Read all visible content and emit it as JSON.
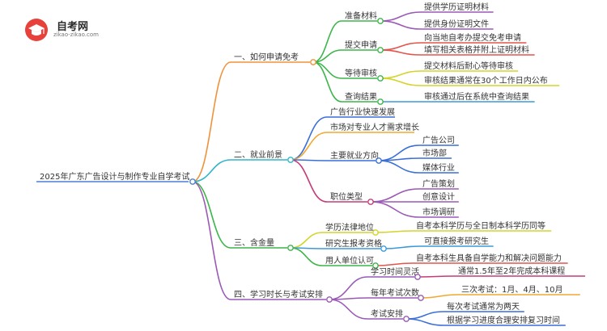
{
  "logo": {
    "title": "自考网",
    "subtitle": "zikao-zikao.com"
  },
  "root": {
    "label": "2025年广东广告设计与制作专业自学考试"
  },
  "branches": [
    {
      "label": "一、如何申请免考",
      "color": "#f0923a",
      "children": [
        {
          "label": "准备材料",
          "color": "#3cb54a",
          "children": [
            {
              "label": "提供学历证明材料",
              "color": "#9b59b6"
            },
            {
              "label": "提供身份证明文件",
              "color": "#9b59b6"
            }
          ]
        },
        {
          "label": "提交申请",
          "color": "#3cb54a",
          "children": [
            {
              "label": "向当地自考办提交免考申请",
              "color": "#e4544c"
            },
            {
              "label": "填写相关表格并附上证明材料",
              "color": "#e4544c"
            }
          ]
        },
        {
          "label": "等待审核",
          "color": "#3cb54a",
          "children": [
            {
              "label": "提交材料后耐心等待审核",
              "color": "#d4d42a"
            },
            {
              "label": "审核结果通常在30个工作日内公布",
              "color": "#d4d42a"
            }
          ]
        },
        {
          "label": "查询结果",
          "color": "#3cb54a",
          "children": [
            {
              "label": "审核通过后在系统中查询结果",
              "color": "#3a9ad9"
            }
          ]
        }
      ]
    },
    {
      "label": "二、就业前景",
      "color": "#2fb5c8",
      "children": [
        {
          "label": "广告行业快速发展",
          "color": "#3a6fd8",
          "children": []
        },
        {
          "label": "市场对专业人才需求增长",
          "color": "#f0a830",
          "children": []
        },
        {
          "label": "主要就业方向",
          "color": "#3a6fd8",
          "children": [
            {
              "label": "广告公司",
              "color": "#3a6fd8"
            },
            {
              "label": "市场部",
              "color": "#3a6fd8"
            },
            {
              "label": "媒体行业",
              "color": "#3a6fd8"
            }
          ]
        },
        {
          "label": "职位类型",
          "color": "#c43c77",
          "children": [
            {
              "label": "广告策划",
              "color": "#9b59b6"
            },
            {
              "label": "创意设计",
              "color": "#9b59b6"
            },
            {
              "label": "市场调研",
              "color": "#9b59b6"
            }
          ]
        }
      ]
    },
    {
      "label": "三、含金量",
      "color": "#3cb54a",
      "children": [
        {
          "label": "学历法律地位",
          "color": "#d4d42a",
          "children": [
            {
              "label": "自考本科学历与全日制本科学历同等",
              "color": "#d4d42a"
            }
          ]
        },
        {
          "label": "研究生报考资格",
          "color": "#3a9ad9",
          "children": [
            {
              "label": "可直接报考研究生",
              "color": "#3a9ad9"
            }
          ]
        },
        {
          "label": "用人单位认可",
          "color": "#3cb54a",
          "children": [
            {
              "label": "自考本科生具备自学能力和解决问题能力",
              "color": "#e4544c"
            }
          ]
        }
      ]
    },
    {
      "label": "四、学习时长与考试安排",
      "color": "#9b59b6",
      "children": [
        {
          "label": "学习时间灵活",
          "color": "#9b59b6",
          "children": [
            {
              "label": "通常1.5年至2年完成本科课程",
              "color": "#c43c77"
            }
          ]
        },
        {
          "label": "每年考试次数",
          "color": "#9b59b6",
          "children": [
            {
              "label": "三次考试：1月、4月、10月",
              "color": "#f0a830"
            }
          ]
        },
        {
          "label": "考试安排",
          "color": "#9b59b6",
          "children": [
            {
              "label": "每次考试通常为两天",
              "color": "#3a6fd8"
            },
            {
              "label": "根据学习进度合理安排复习时间",
              "color": "#3a6fd8"
            }
          ]
        }
      ]
    }
  ]
}
